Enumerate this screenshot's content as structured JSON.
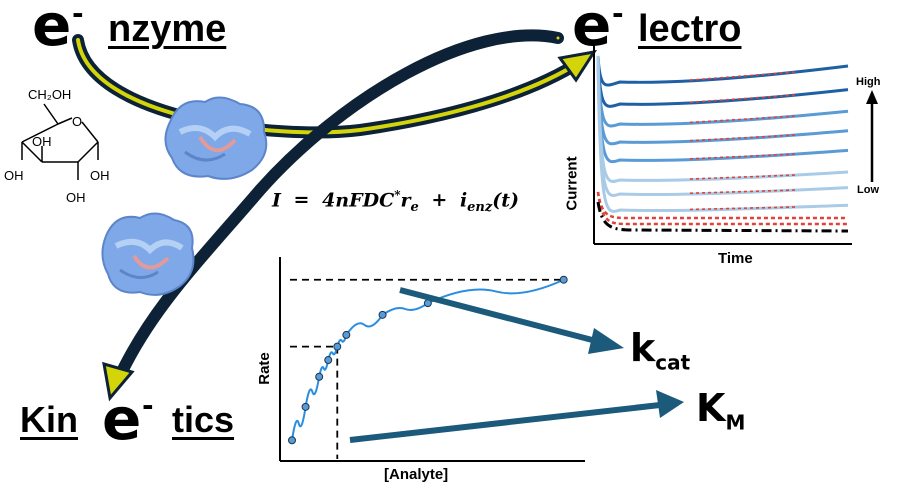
{
  "titles": {
    "enzyme": {
      "e": "e",
      "minus": "-",
      "word": "nzyme"
    },
    "electro": {
      "e": "e",
      "minus": "-",
      "word": "lectro"
    },
    "kinetics": {
      "prefix": "Kin",
      "e": "e",
      "minus": "-",
      "word": "tics"
    }
  },
  "glucose": {
    "ch2oh": "CH₂OH",
    "oh_labels": [
      "OH",
      "OH",
      "OH",
      "OH"
    ],
    "ring_o": "O"
  },
  "equation": {
    "lhs": "I",
    "eq": "=",
    "term1": "4nFDC",
    "star": "*",
    "r": "r",
    "r_sub": "e",
    "plus": "+",
    "i": "i",
    "i_sub": "enz",
    "arg": "(t)"
  },
  "current_plot": {
    "ylabel": "Current",
    "xlabel": "Time",
    "arrow_top": "High",
    "arrow_bottom": "Low",
    "colors": {
      "light": "#a9cbe6",
      "mid": "#5b9bd5",
      "dark": "#1f5fa3",
      "fit": "#e0413a",
      "baseline": "#000000"
    }
  },
  "chart_data": {
    "type": "scatter",
    "xlabel": "[Analyte]",
    "ylabel": "Rate",
    "x": [
      0,
      6,
      12,
      16,
      20,
      24,
      40,
      60,
      120
    ],
    "y": [
      4,
      24,
      42,
      52,
      60,
      67,
      79,
      86,
      100
    ],
    "series": [
      {
        "values": [
          4,
          24,
          42,
          52,
          60,
          67,
          79,
          86,
          100
        ]
      }
    ],
    "xlim": [
      0,
      125
    ],
    "ylim": [
      0,
      110
    ],
    "line_color": "#2a8ee0",
    "marker_color": "#5b9bd5"
  },
  "params": {
    "kcat": {
      "k": "k",
      "sub": "cat"
    },
    "km": {
      "k": "K",
      "sub": "M"
    }
  },
  "colors": {
    "swoop_dark": "#0d2236",
    "swoop_yellow": "#d4d40a",
    "param_arrow": "#1b5a7a",
    "protein_blue": "#7fa8e8",
    "protein_pink": "#e39a9a"
  }
}
